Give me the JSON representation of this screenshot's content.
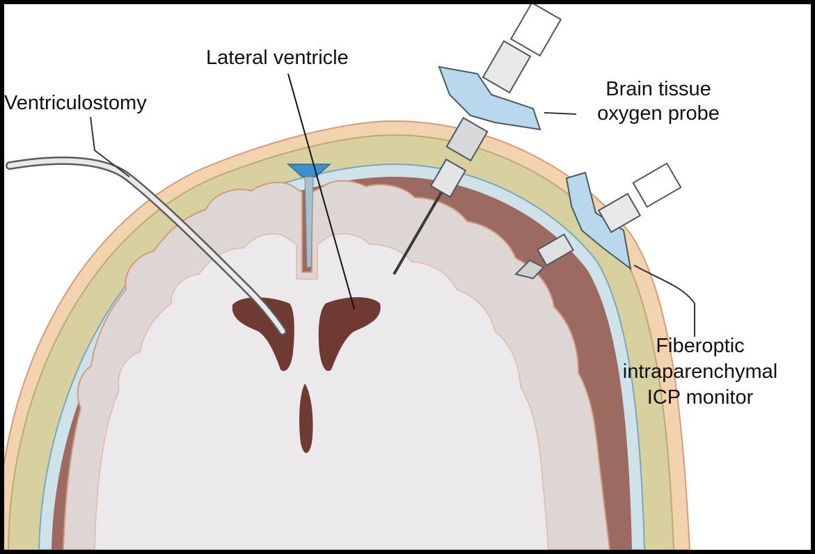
{
  "labels": {
    "ventriculostomy": "Ventriculostomy",
    "lateral_ventricle": "Lateral ventricle",
    "oxygen_probe_line1": "Brain tissue",
    "oxygen_probe_line2": "oxygen probe",
    "icp_monitor_line1": "Fiberoptic",
    "icp_monitor_line2": "intraparenchymal",
    "icp_monitor_line3": "ICP monitor"
  },
  "colors": {
    "frame": "#000000",
    "scalp": "#f3d2b0",
    "skull": "#d9d0a0",
    "meninges": "#cfe2ea",
    "cortex_dark": "#9c6a60",
    "gray_matter": "#ded6d5",
    "white_matter": "#ece9ec",
    "ventricle": "#6e3a32",
    "sinus": "#3f8fcf",
    "device_blue": "#b9d8ee",
    "device_outline": "#4a5860"
  }
}
